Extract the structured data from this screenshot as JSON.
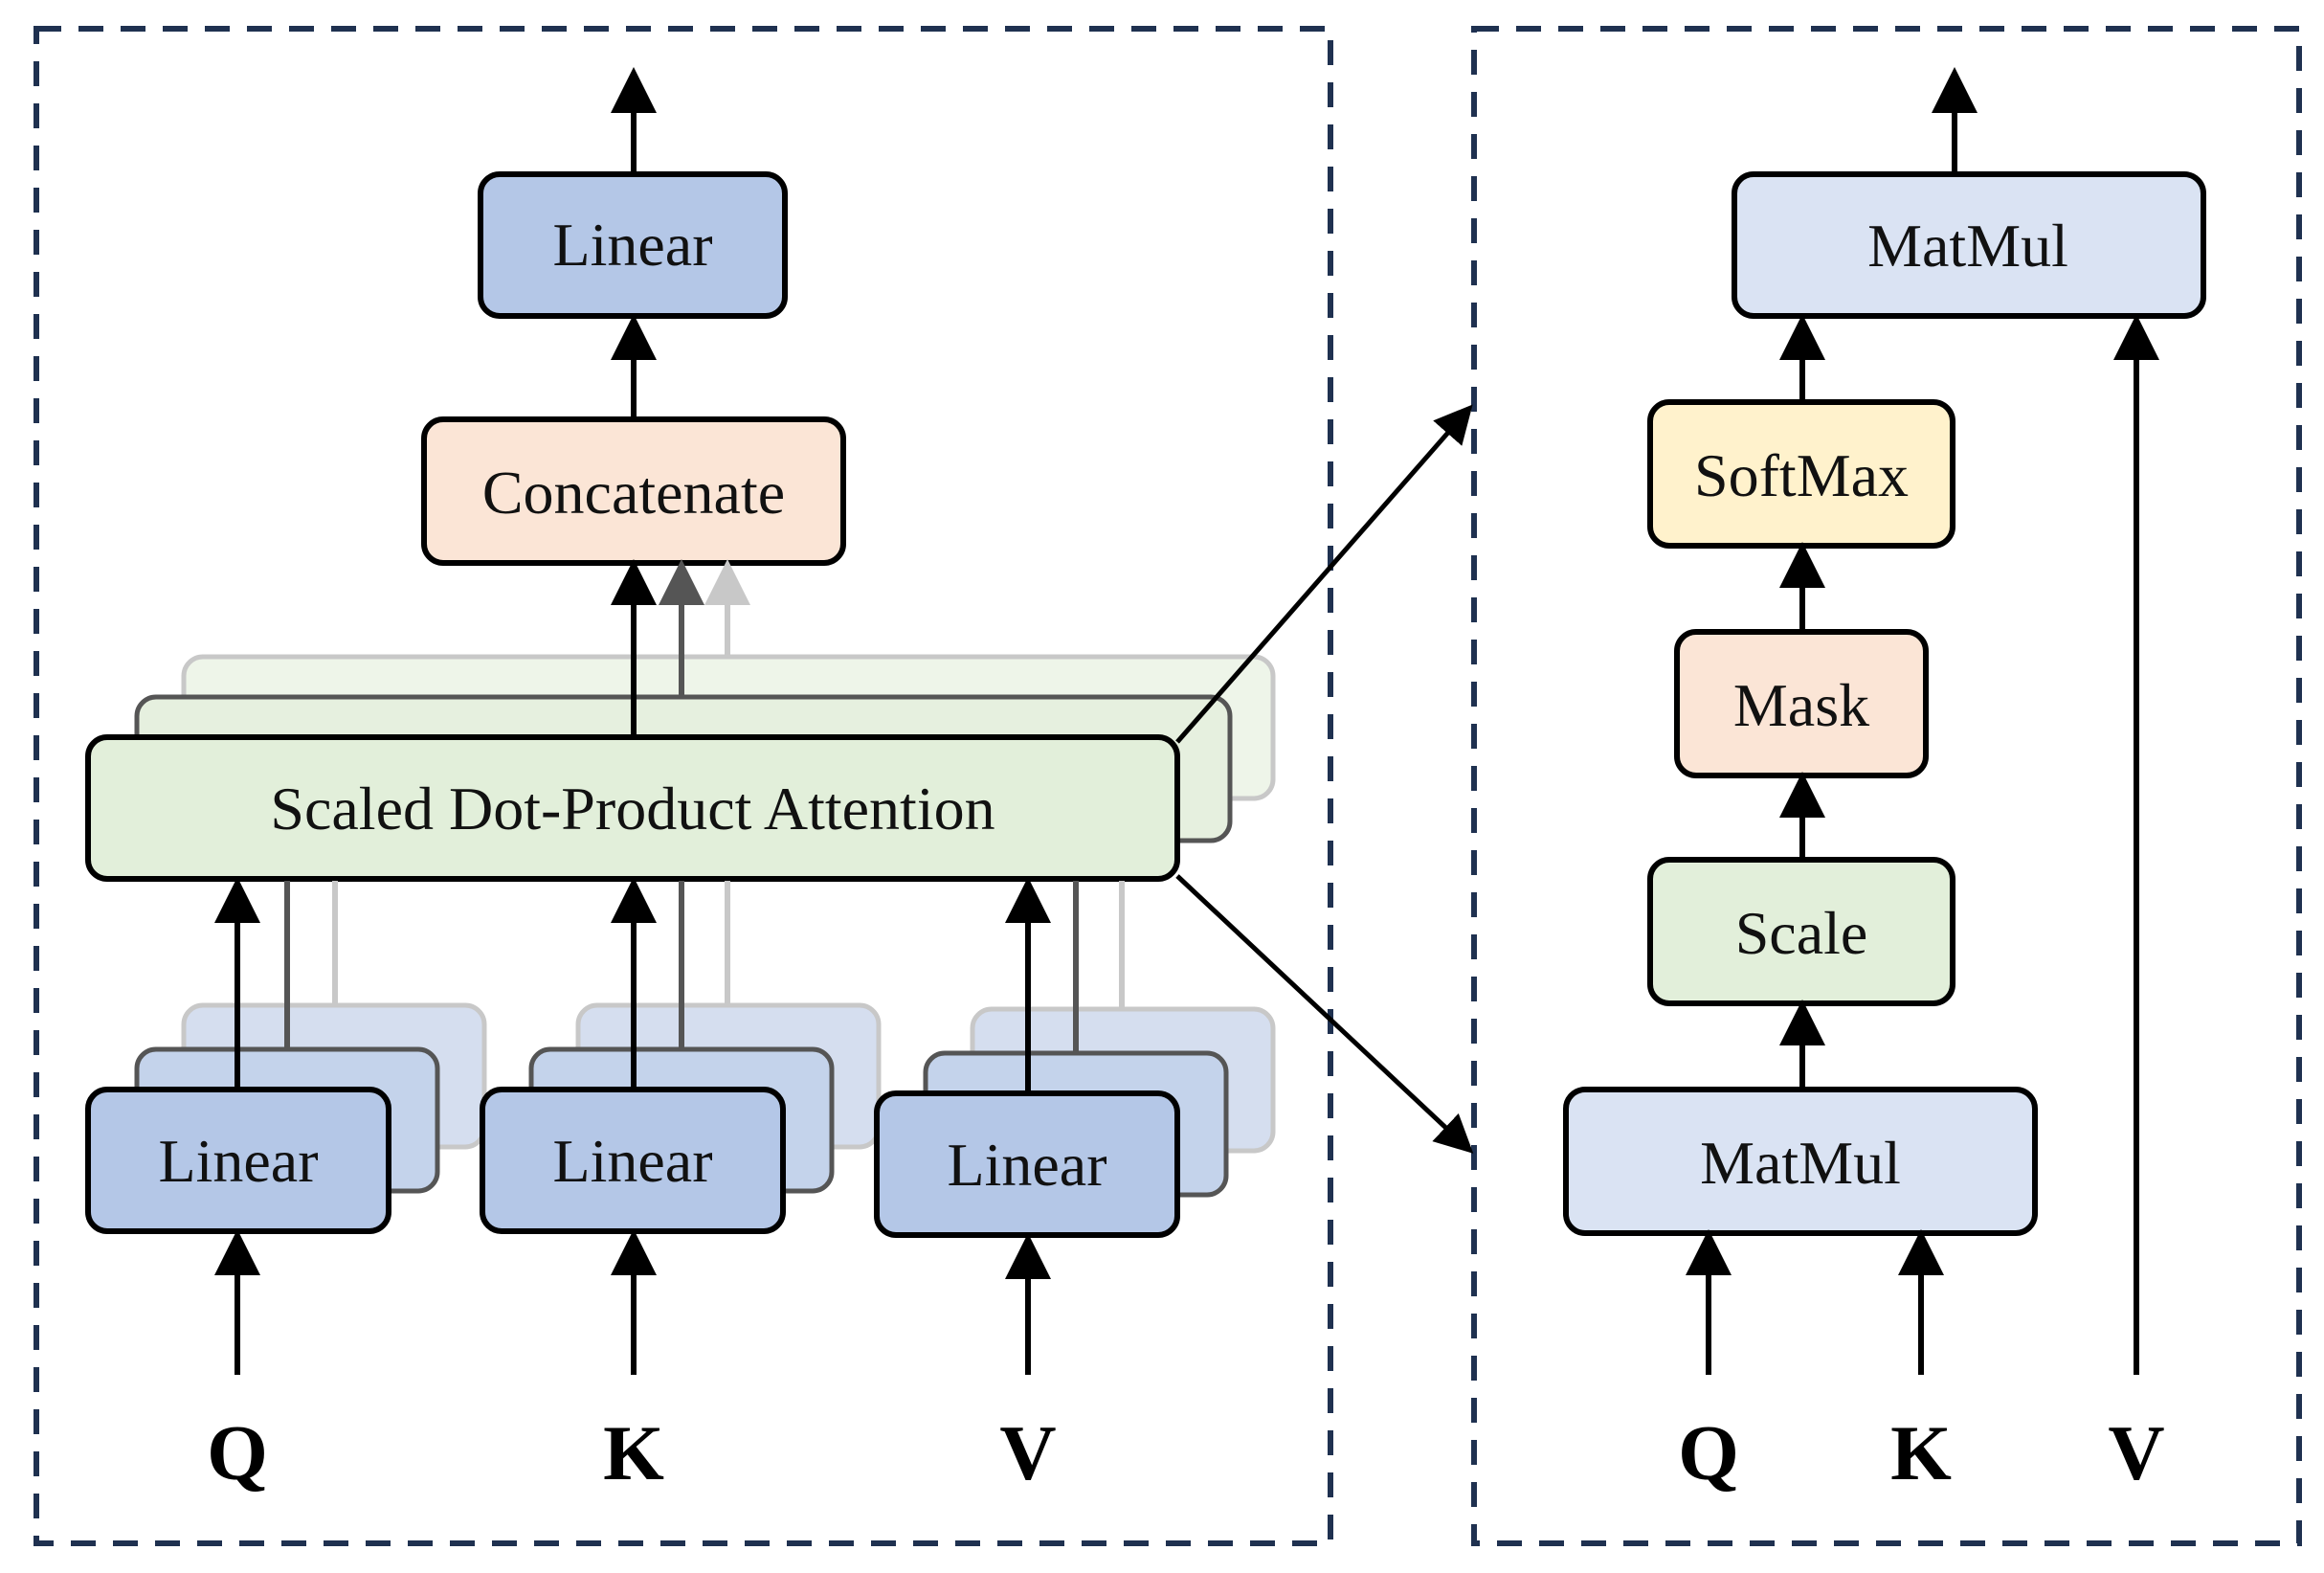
{
  "left_panel": {
    "output_linear": "Linear",
    "concatenate": "Concatenate",
    "attention": "Scaled Dot-Product Attention",
    "linear_q": "Linear",
    "linear_k": "Linear",
    "linear_v": "Linear",
    "input_q": "Q",
    "input_k": "K",
    "input_v": "V"
  },
  "right_panel": {
    "matmul_top": "MatMul",
    "softmax": "SoftMax",
    "mask": "Mask",
    "scale": "Scale",
    "matmul_bottom": "MatMul",
    "input_q": "Q",
    "input_k": "K",
    "input_v": "V"
  },
  "colors": {
    "linear": "#b4c7e7",
    "linear_light": "#d5deef",
    "concatenate": "#fbe5d6",
    "attention": "#e2efda",
    "softmax": "#fff2cc",
    "mask": "#fbe5d6",
    "scale": "#e2efda",
    "matmul": "#dae3f3",
    "panel_border": "#1f3150"
  }
}
